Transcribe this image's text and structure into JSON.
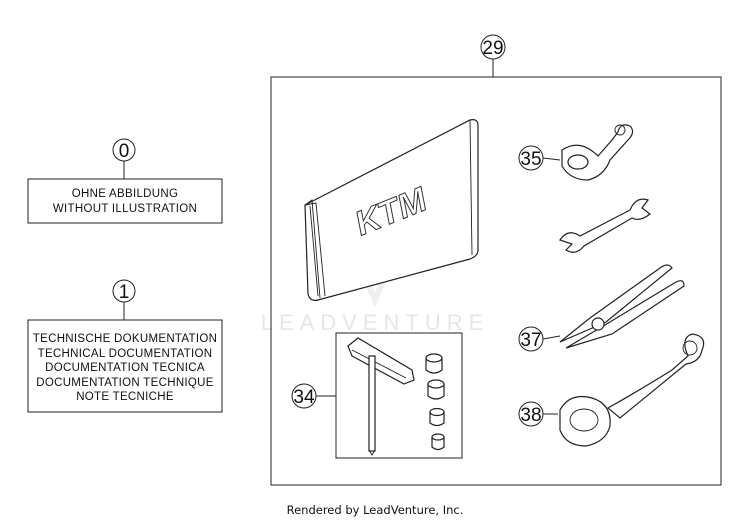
{
  "callouts": {
    "c0": "0",
    "c1": "1",
    "c29": "29",
    "c34": "34",
    "c35": "35",
    "c37": "37",
    "c38": "38"
  },
  "boxes": {
    "box0": [
      "OHNE ABBILDUNG",
      "WITHOUT ILLUSTRATION"
    ],
    "box1": [
      "TECHNISCHE DOKUMENTATION",
      "TECHNICAL DOCUMENTATION",
      "DOCUMENTATION TECNICA",
      "DOCUMENTATION TECHNIQUE",
      "NOTE TECNICHE"
    ]
  },
  "watermark": "LEADVENTURE",
  "pouch_logo": "KTM",
  "footer": "Rendered by LeadVenture, Inc."
}
